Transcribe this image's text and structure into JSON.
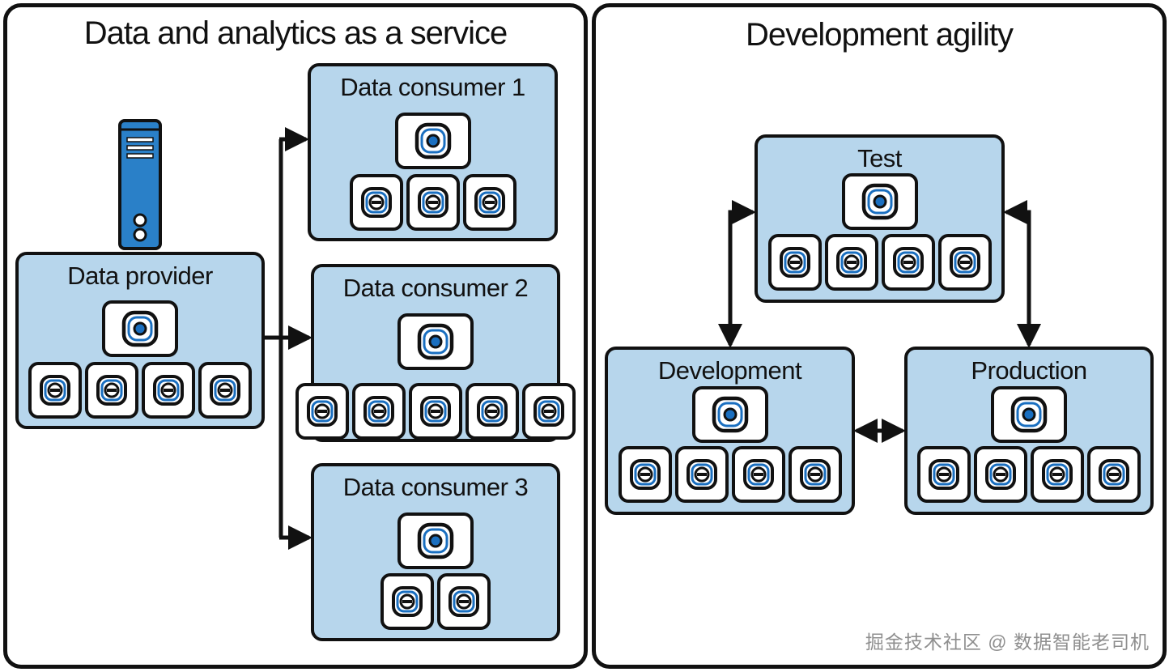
{
  "left_panel": {
    "title": "Data and analytics as a service",
    "provider": {
      "label": "Data provider",
      "master_nodes": 1,
      "worker_nodes": 4
    },
    "consumers": [
      {
        "label": "Data consumer 1",
        "master_nodes": 1,
        "worker_nodes": 3
      },
      {
        "label": "Data consumer 2",
        "master_nodes": 1,
        "worker_nodes": 5
      },
      {
        "label": "Data consumer 3",
        "master_nodes": 1,
        "worker_nodes": 2
      }
    ]
  },
  "right_panel": {
    "title": "Development agility",
    "environments": [
      {
        "label": "Test",
        "master_nodes": 1,
        "worker_nodes": 4
      },
      {
        "label": "Development",
        "master_nodes": 1,
        "worker_nodes": 4
      },
      {
        "label": "Production",
        "master_nodes": 1,
        "worker_nodes": 4
      }
    ]
  },
  "watermark": "掘金技术社区 @ 数据智能老司机",
  "icons": {
    "server": "server-icon",
    "master_node": "master-node-icon",
    "worker_node": "worker-node-icon"
  },
  "colors": {
    "box_fill": "#b7d6ec",
    "accent_blue": "#1a6fc0",
    "server_blue": "#2a80c8",
    "outline": "#111111"
  }
}
